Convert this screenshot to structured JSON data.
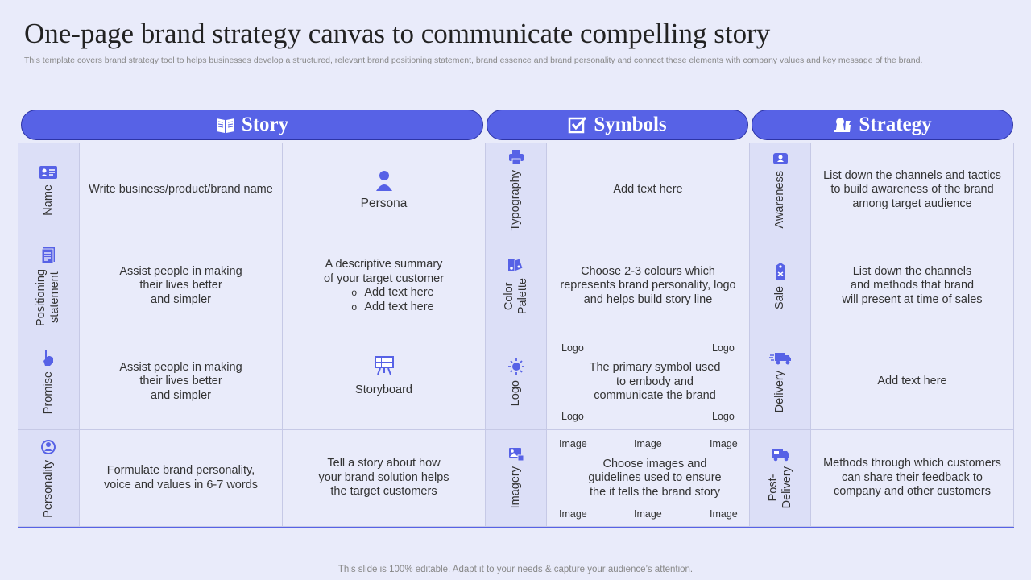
{
  "title": "One-page brand strategy canvas to communicate compelling story",
  "description": "This template covers brand strategy tool to helps businesses develop a structured, relevant brand positioning statement, brand essence and brand personality and connect these elements with company values and key message of the brand.",
  "headers": {
    "story": "Story",
    "symbols": "Symbols",
    "strategy": "Strategy"
  },
  "story": {
    "rows": [
      {
        "label": "Name",
        "icon": "id-card-icon",
        "text": "Write business/product/brand name",
        "extra": "Persona",
        "extra_icon": "person-icon"
      },
      {
        "label": "Positioning\nstatement",
        "icon": "document-icon",
        "text": "Assist people in making\ntheir lives better\nand simpler",
        "extra_intro": "A descriptive summary\nof your target customer",
        "extra_bullets": [
          "Add text here",
          "Add text here"
        ]
      },
      {
        "label": "Promise",
        "icon": "hand-icon",
        "text": "Assist people in making\ntheir lives better\nand simpler",
        "extra": "Storyboard",
        "extra_icon": "storyboard-icon"
      },
      {
        "label": "Personality",
        "icon": "personality-icon",
        "text": "Formulate brand personality,\nvoice and values in 6-7 words",
        "extra": "Tell a story about how\nyour brand solution helps\nthe target customers"
      }
    ]
  },
  "symbols": {
    "rows": [
      {
        "label": "Typography",
        "icon": "printer-icon",
        "text": "Add text here"
      },
      {
        "label": "Color\nPalette",
        "icon": "palette-icon",
        "text": "Choose 2-3 colours which\nrepresents brand personality, logo\nand helps build story line"
      },
      {
        "label": "Logo",
        "icon": "sun-icon",
        "text": "The primary symbol used\nto embody and\ncommunicate the brand",
        "corners": [
          "Logo",
          "Logo",
          "Logo",
          "Logo"
        ]
      },
      {
        "label": "Imagery",
        "icon": "image-icon",
        "text": "Choose images and\nguidelines used to ensure\nthe it tells the brand story",
        "top": [
          "Image",
          "Image",
          "Image"
        ],
        "bottom": [
          "Image",
          "Image",
          "Image"
        ]
      }
    ]
  },
  "strategy": {
    "rows": [
      {
        "label": "Awareness",
        "icon": "awareness-icon",
        "text": "List down the channels and tactics\nto build awareness of the brand\namong target audience"
      },
      {
        "label": "Sale",
        "icon": "tag-icon",
        "text": "List down the channels\nand methods that brand\nwill present at time of sales"
      },
      {
        "label": "Delivery",
        "icon": "truck-icon",
        "text": "Add text here"
      },
      {
        "label": "Post-\nDelivery",
        "icon": "delivery-van-icon",
        "text": "Methods through which customers\ncan share their feedback to\ncompany and other customers"
      }
    ]
  },
  "footer": "This slide is 100% editable. Adapt it to your needs & capture your audience’s attention.",
  "colors": {
    "accent": "#5762e6",
    "label_bg": "#dcdff7",
    "bg": "#e9ebfa"
  }
}
